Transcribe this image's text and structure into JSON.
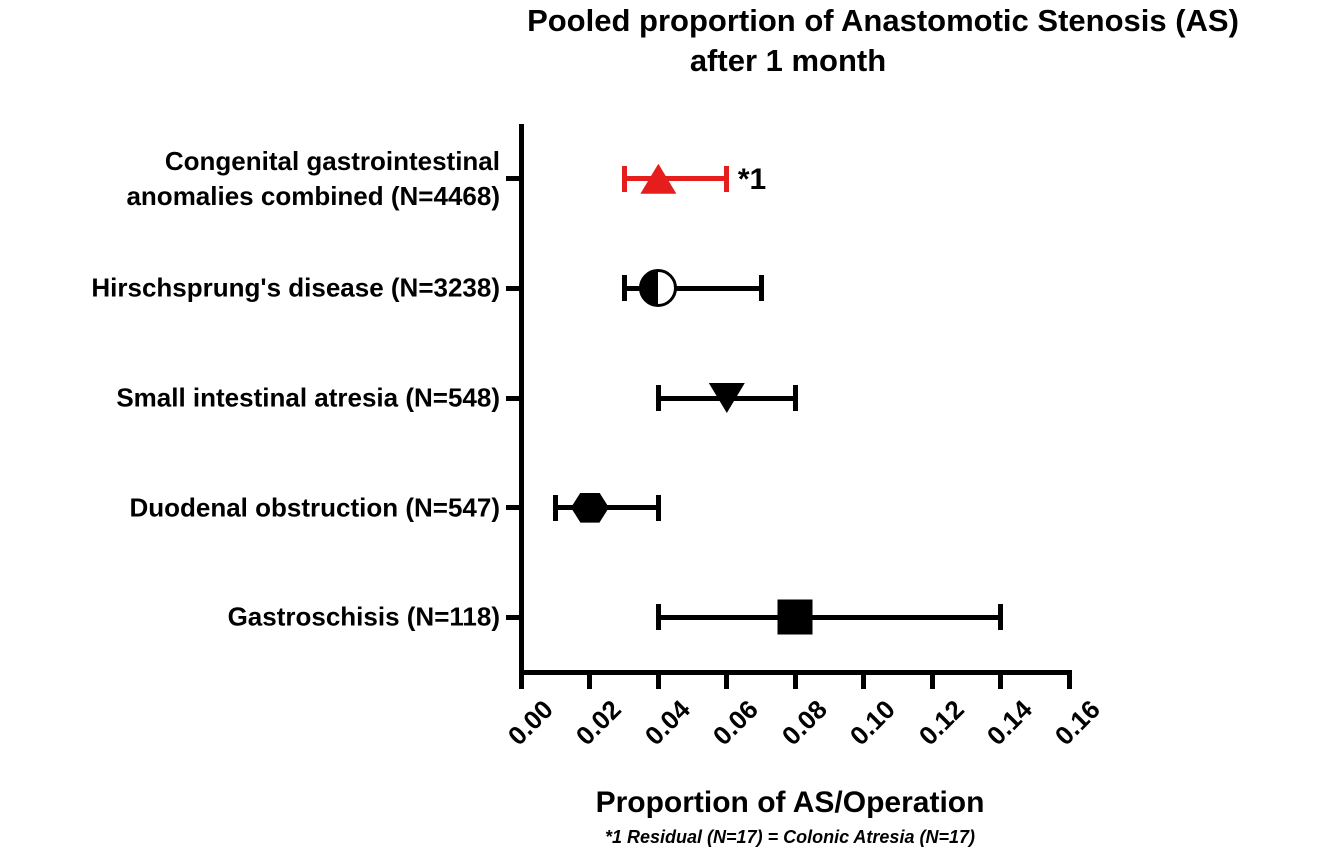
{
  "figure": {
    "title_line1": "Pooled proportion of Anastomotic Stenosis (AS)",
    "title_line2": "after 1 month",
    "x_axis_label": "Proportion of AS/Operation",
    "footnote": "*1 Residual (N=17) = Colonic Atresia (N=17)"
  },
  "colors": {
    "black": "#000000",
    "accent_red": "#e51d1d",
    "background": "#ffffff"
  },
  "chart_data": {
    "type": "scatter",
    "subtype": "horizontal-forest-plot",
    "title": "Pooled proportion of Anastomotic Stenosis (AS) after 1 month",
    "xlabel": "Proportion of AS/Operation",
    "xlim": [
      0,
      0.16
    ],
    "xticks": [
      "0.00",
      "0.02",
      "0.04",
      "0.06",
      "0.08",
      "0.10",
      "0.12",
      "0.14",
      "0.16"
    ],
    "grid": false,
    "legend": "none",
    "categories": [
      "Congenital gastrointestinal anomalies combined (N=4468)",
      "Hirschsprung's disease (N=3238)",
      "Small intestinal atresia (N=548)",
      "Duodenal obstruction (N=547)",
      "Gastroschisis (N=118)"
    ],
    "series": [
      {
        "label_lines": [
          "Congenital gastrointestinal",
          "anomalies combined (N=4468)"
        ],
        "value": 0.04,
        "ci_low": 0.03,
        "ci_high": 0.06,
        "marker": "triangle-up",
        "color": "#e51d1d",
        "annotation": "*1"
      },
      {
        "label_lines": [
          "Hirschsprung's disease (N=3238)"
        ],
        "value": 0.04,
        "ci_low": 0.03,
        "ci_high": 0.07,
        "marker": "circle-half-filled",
        "color": "#000000",
        "annotation": ""
      },
      {
        "label_lines": [
          "Small intestinal atresia (N=548)"
        ],
        "value": 0.06,
        "ci_low": 0.04,
        "ci_high": 0.08,
        "marker": "triangle-down",
        "color": "#000000",
        "annotation": ""
      },
      {
        "label_lines": [
          "Duodenal obstruction (N=547)"
        ],
        "value": 0.02,
        "ci_low": 0.01,
        "ci_high": 0.04,
        "marker": "hexagon",
        "color": "#000000",
        "annotation": ""
      },
      {
        "label_lines": [
          "Gastroschisis (N=118)"
        ],
        "value": 0.08,
        "ci_low": 0.04,
        "ci_high": 0.14,
        "marker": "square",
        "color": "#000000",
        "annotation": ""
      }
    ],
    "footnote": "*1 Residual (N=17) = Colonic Atresia (N=17)"
  }
}
